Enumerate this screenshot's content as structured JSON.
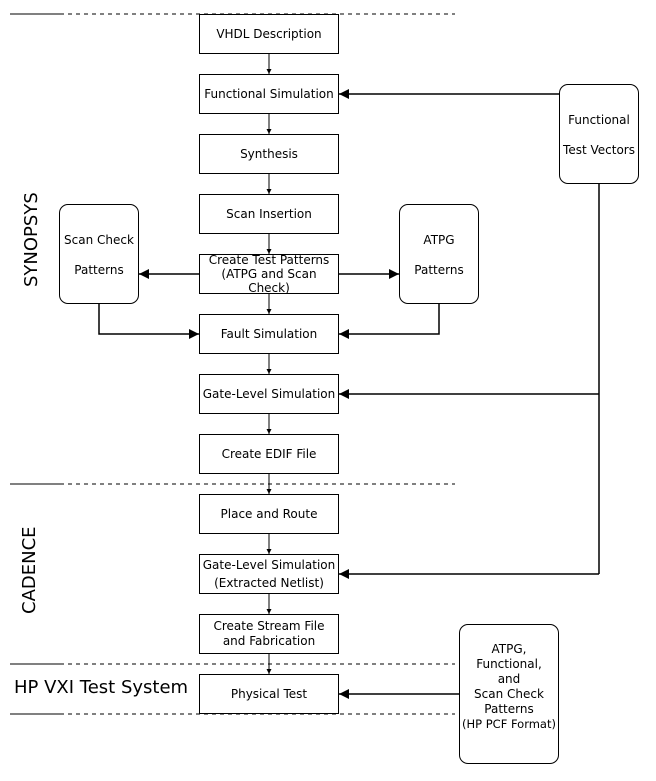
{
  "sections": {
    "synopsys": "SYNOPSYS",
    "cadence": "CADENCE",
    "hp": "HP VXI Test System"
  },
  "steps": {
    "vhdl": "VHDL Description",
    "functional_sim": "Functional Simulation",
    "synthesis": "Synthesis",
    "scan_insertion": "Scan Insertion",
    "create_test_patterns_1": "Create Test Patterns",
    "create_test_patterns_2": "(ATPG and Scan Check)",
    "fault_sim": "Fault Simulation",
    "gate_level_sim": "Gate-Level Simulation",
    "create_edif": "Create EDIF File",
    "place_route": "Place and Route",
    "gate_level_extracted_1": "Gate-Level Simulation",
    "gate_level_extracted_2": "(Extracted Netlist)",
    "stream_file_1": "Create Stream File",
    "stream_file_2": "and Fabrication",
    "physical_test": "Physical Test"
  },
  "sources": {
    "functional_vectors_1": "Functional",
    "functional_vectors_2": "Test Vectors",
    "scan_check_1": "Scan Check",
    "scan_check_2": "Patterns",
    "atpg_1": "ATPG",
    "atpg_2": "Patterns",
    "hp_pcf_1": "ATPG,",
    "hp_pcf_2": "Functional,",
    "hp_pcf_3": "and",
    "hp_pcf_4": "Scan Check",
    "hp_pcf_5": "Patterns",
    "hp_pcf_6": "(HP PCF Format)"
  }
}
